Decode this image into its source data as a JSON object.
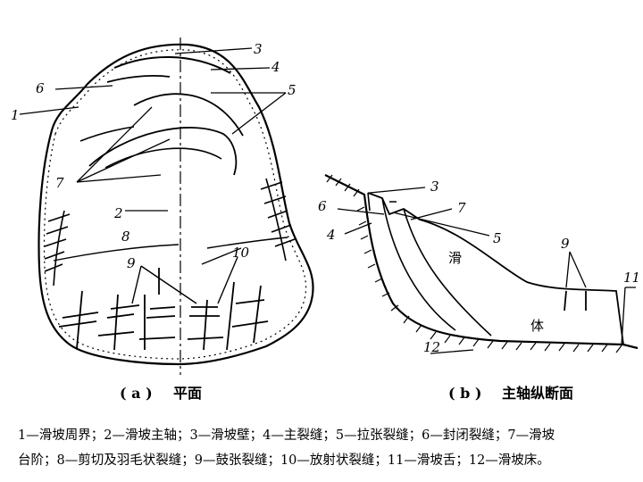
{
  "plan": {
    "caption_a": "( a )",
    "caption_title": "平面",
    "labels": {
      "n1": "1",
      "n2": "2",
      "n3": "3",
      "n4": "4",
      "n5": "5",
      "n6": "6",
      "n7": "7",
      "n8": "8",
      "n9": "9",
      "n10": "10"
    }
  },
  "section": {
    "caption_b": "( b )",
    "caption_title": "主轴纵断面",
    "labels": {
      "n3": "3",
      "n4": "4",
      "n5": "5",
      "n6": "6",
      "n7": "7",
      "n9": "9",
      "n11": "11",
      "n12": "12"
    },
    "body_text_1": "滑",
    "body_text_2": "体"
  },
  "legend": {
    "line1": "1—滑坡周界；2—滑坡主轴；3—滑坡壁；4—主裂缝；5—拉张裂缝；6—封闭裂缝；7—滑坡",
    "line2": "台阶；8—剪切及羽毛状裂缝；9—鼓张裂缝；10—放射状裂缝；11—滑坡舌；12—滑坡床。"
  }
}
